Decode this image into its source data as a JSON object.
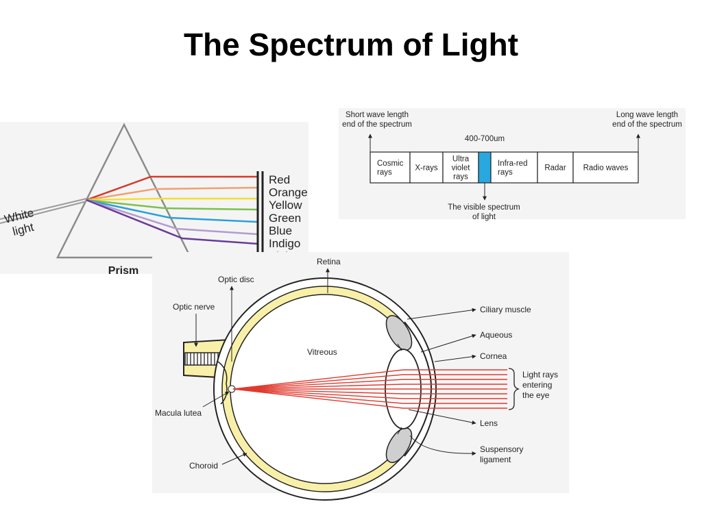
{
  "title": "The Spectrum of Light",
  "prism": {
    "white_light": [
      "White",
      "light"
    ],
    "prism_label": "Prism",
    "colors": [
      "Red",
      "Orange",
      "Yellow",
      "Green",
      "Blue",
      "Indigo",
      "Violet"
    ],
    "ray_colors": [
      "#d63a2a",
      "#f0a070",
      "#f2e030",
      "#7cc04a",
      "#2aa0d8",
      "#b39ad0",
      "#6a3a9a"
    ]
  },
  "spectrum": {
    "short_end": [
      "Short wave length",
      "end of the spectrum"
    ],
    "long_end": [
      "Long wave length",
      "end of the spectrum"
    ],
    "range_label": "400-700um",
    "cells": [
      [
        "Cosmic",
        "rays"
      ],
      [
        "X-rays"
      ],
      [
        "Ultra",
        "violet",
        "rays"
      ],
      [
        ""
      ],
      [
        "Infra-red",
        "rays"
      ],
      [
        "Radar"
      ],
      [
        "Radio waves"
      ]
    ],
    "visible_label": [
      "The visible spectrum",
      "of light"
    ],
    "visible_color": "#29a8e0"
  },
  "eye": {
    "retina": "Retina",
    "optic_disc": "Optic disc",
    "optic_nerve": "Optic nerve",
    "vitreous": "Vitreous",
    "macula": "Macula lutea",
    "choroid": "Choroid",
    "ciliary": "Ciliary muscle",
    "aqueous": "Aqueous",
    "cornea": "Cornea",
    "light_rays": [
      "Light rays",
      "entering",
      "the eye"
    ],
    "lens": "Lens",
    "suspensory": [
      "Suspensory",
      "ligament"
    ],
    "layer_color": "#f8f0a8",
    "ray_color": "#e03a2e"
  }
}
